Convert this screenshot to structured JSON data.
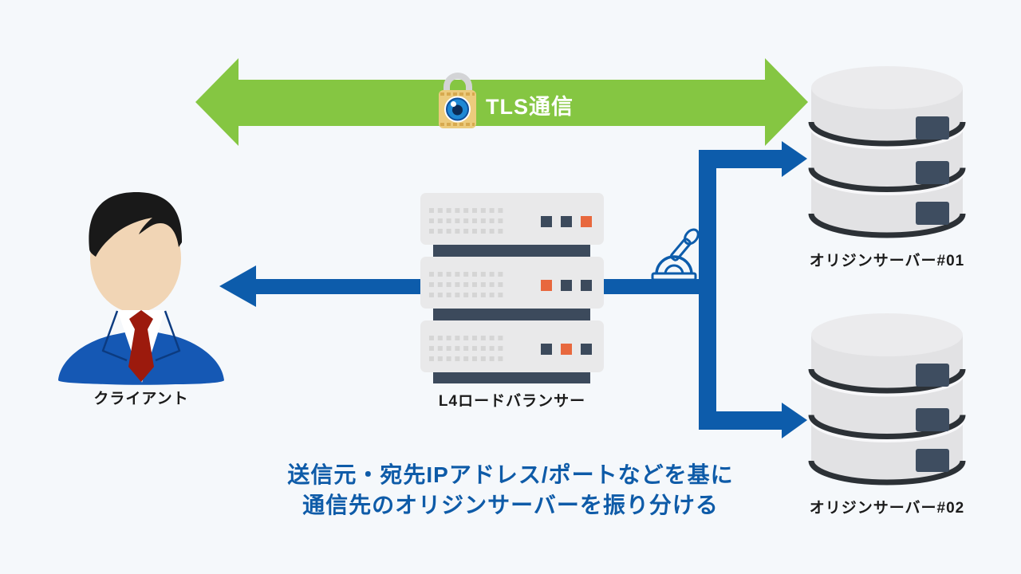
{
  "background_color": "#f5f8fb",
  "tls_channel": {
    "label": "TLS通信",
    "arrow_color": "#85c642",
    "label_color": "#ffffff",
    "lock_icon": "padlock-with-eye"
  },
  "client": {
    "label": "クライアント",
    "icon": "businessman"
  },
  "load_balancer": {
    "label": "L4ロードバランサー",
    "icon": "server-rack-3u"
  },
  "origin_servers": [
    {
      "label": "オリジンサーバー#01",
      "icon": "database-cylinder"
    },
    {
      "label": "オリジンサーバー#02",
      "icon": "database-cylinder"
    }
  ],
  "routing": {
    "arrow_color": "#0d5cab",
    "switch_icon": "lever-switch"
  },
  "caption": {
    "line1": "送信元・宛先IPアドレス/ポートなどを基に",
    "line2": "通信先のオリジンサーバーを振り分ける",
    "color": "#0e5ba8"
  }
}
